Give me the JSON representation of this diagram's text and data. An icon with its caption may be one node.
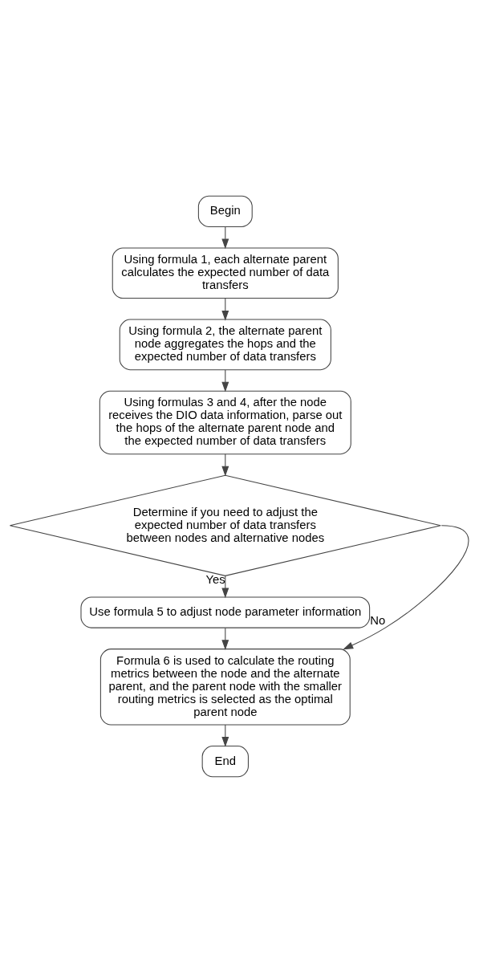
{
  "diagram": {
    "nodes": [
      {
        "text": [
          "Begin"
        ]
      },
      {
        "text": [
          "Using formula 1, each alternate parent calculates the expected number of data transfers"
        ]
      },
      {
        "text": [
          "Using formula 2, the alternate parent node aggregates the hops and the expected number of data transfers"
        ]
      },
      {
        "text": [
          "Using formulas 3 and 4, after the node receives the DIO data information, parse out the hops of the alternate parent node and the expected number of data transfers"
        ]
      },
      {
        "text": [
          "Determine if you need to adjust the expected number of data transfers between nodes and alternative nodes"
        ]
      },
      {
        "text": [
          "Use formula 5 to adjust node parameter information"
        ]
      },
      {
        "text": [
          "Formula 6 is used to calculate the routing metrics between the node and the alternate parent, and the parent node with the smaller routing metrics is selected as the optimal parent node"
        ]
      },
      {
        "text": [
          "End"
        ]
      }
    ],
    "edges": [
      {
        "from": 0,
        "to": 1,
        "arrow": "to"
      },
      {
        "from": 1,
        "to": 2,
        "arrow": "to"
      },
      {
        "from": 2,
        "to": 3,
        "arrow": "to"
      },
      {
        "from": 3,
        "to": 4,
        "arrow": "to"
      },
      {
        "from": 4,
        "to": 5,
        "arrow": "to",
        "label": "Yes"
      },
      {
        "from": 4,
        "to": 6,
        "arrow": "to",
        "label": "No"
      },
      {
        "from": 5,
        "to": 6,
        "arrow": "to"
      },
      {
        "from": 6,
        "to": 7,
        "arrow": "to"
      }
    ]
  }
}
